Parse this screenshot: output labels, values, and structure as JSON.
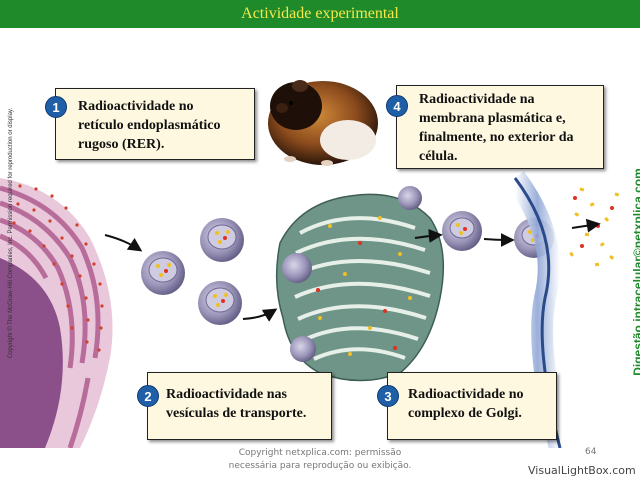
{
  "title": "Actividade experimental",
  "steps": [
    {
      "number": "1",
      "text": [
        "Radioactividade no",
        "retículo endoplasmático",
        "rugoso (RER)."
      ]
    },
    {
      "number": "2",
      "text": [
        "Radioactividade nas",
        "vesículas de transporte."
      ]
    },
    {
      "number": "3",
      "text": [
        "Radioactividade no",
        "complexo de Golgi."
      ]
    },
    {
      "number": "4",
      "text": [
        "Radioactividade na",
        "membrana plasmática e,",
        "finalmente, no exterior da",
        "célula."
      ]
    }
  ],
  "side_left": "Copyright © The McGraw-Hill Companies, Inc. Permission required for reproduction or display.",
  "side_right": "Digestão intracelular©netxplica.com",
  "footer": [
    "Copyright netxplica.com: permissão",
    "necessária para reprodução ou exibição."
  ],
  "page_number": "64",
  "watermark": "VisualLightBox.com",
  "colors": {
    "title_bg": "#1f8a2a",
    "title_text": "#f5e94a",
    "box_bg": "#fff8e0",
    "badge": "#1f5fa8",
    "golgi": "#6f9488",
    "vesicle": "#9a95b8",
    "er": "#8b4f8a"
  }
}
